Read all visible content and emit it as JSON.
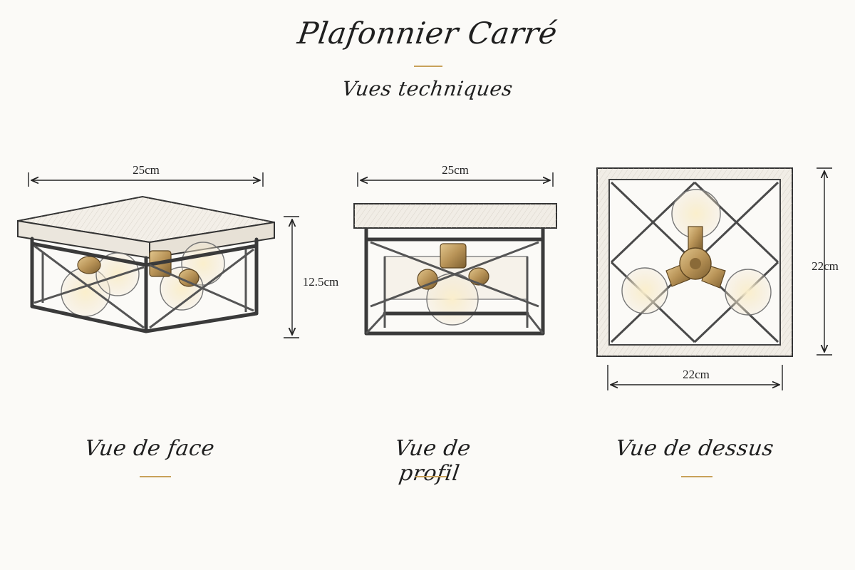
{
  "header": {
    "title": "Plafonnier Carré",
    "subtitle": "Vues techniques"
  },
  "views": [
    {
      "caption": "Vue de face",
      "width_label": "25cm",
      "height_label": "12.5cm"
    },
    {
      "caption": "Vue de profil",
      "width_label": "25cm"
    },
    {
      "caption": "Vue de dessus",
      "width_label": "22cm",
      "height_label": "22cm"
    }
  ],
  "colors": {
    "frame": "#3a3a3a",
    "wood": "#f1ede6",
    "brass": "#b89357",
    "bulb_glow": "#f6e3b5",
    "accent_rule": "#c8a15a"
  }
}
